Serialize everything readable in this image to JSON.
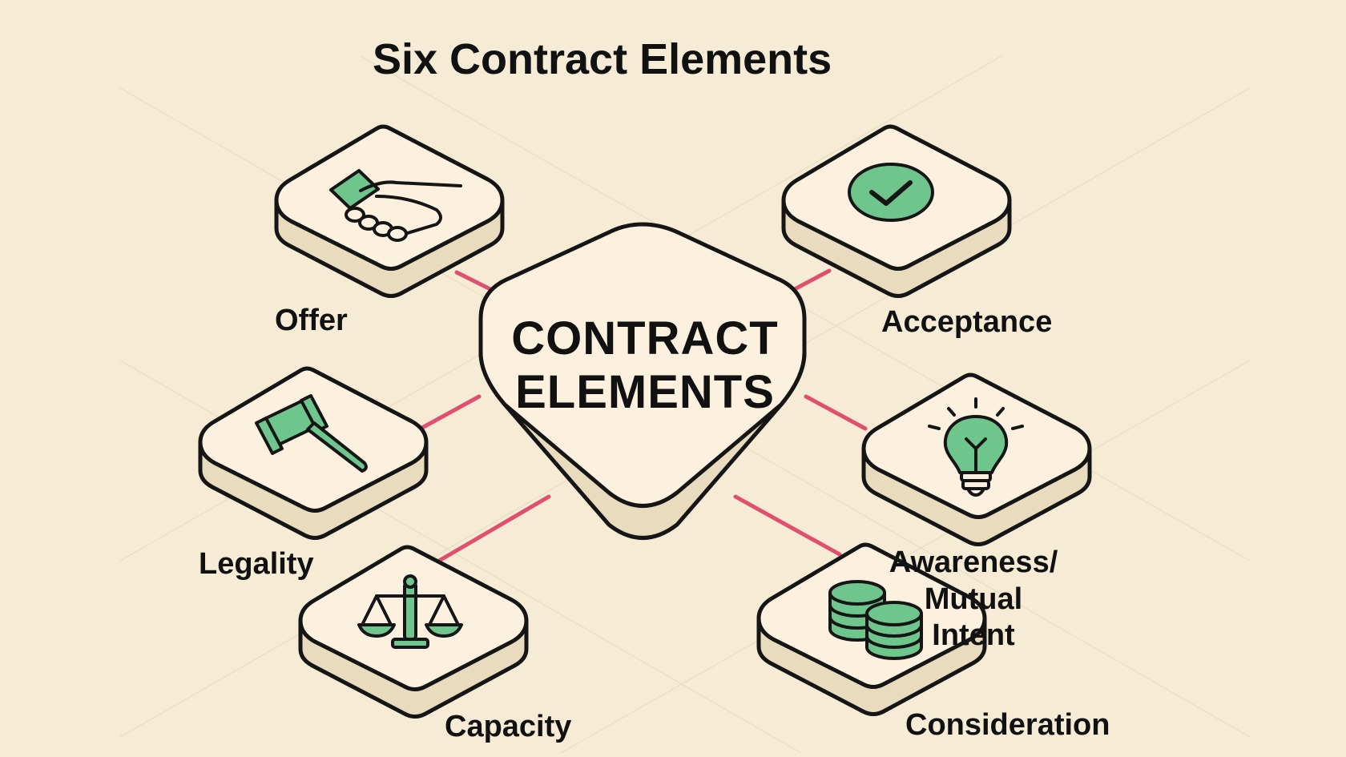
{
  "title": "Six Contract Elements",
  "center": {
    "label": "CONTRACT\nELEMENTS"
  },
  "elements": [
    {
      "label": "Offer",
      "icon": "handshake-icon"
    },
    {
      "label": "Acceptance",
      "icon": "checkmark-icon"
    },
    {
      "label": "Legality",
      "icon": "gavel-icon"
    },
    {
      "label": "Awareness/\nMutual\nIntent",
      "icon": "lightbulb-icon"
    },
    {
      "label": "Capacity",
      "icon": "scales-icon"
    },
    {
      "label": "Consideration",
      "icon": "coins-icon"
    }
  ],
  "colors": {
    "background": "#f6ecd6",
    "tile_fill": "#fbf1de",
    "tile_side": "#e9dbbd",
    "outline": "#151515",
    "connector": "#e0506e",
    "icon_green": "#6fc68d"
  }
}
